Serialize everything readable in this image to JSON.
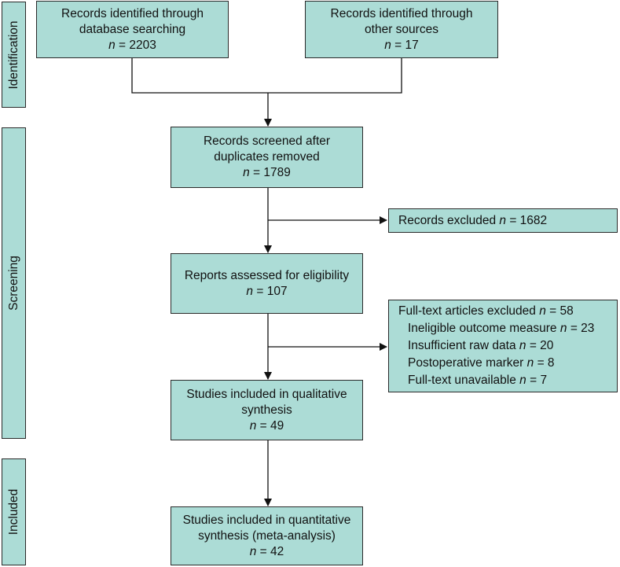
{
  "stages": {
    "identification": "Identification",
    "screening": "Screening",
    "included": "Included"
  },
  "n_symbol": "n",
  "boxes": {
    "db_search": {
      "line1": "Records identified through",
      "line2": "database searching",
      "count": "= 2203"
    },
    "other_sources": {
      "line1": "Records identified through",
      "line2": "other sources",
      "count": "= 17"
    },
    "screened": {
      "line1": "Records screened after",
      "line2": "duplicates removed",
      "count": "= 1789"
    },
    "excluded": {
      "label": "Records excluded",
      "count": "= 1682"
    },
    "eligibility": {
      "line1": "Reports assessed for eligibility",
      "count": "= 107"
    },
    "fulltext_excluded": {
      "label": "Full-text articles excluded",
      "count": "= 58",
      "reasons": [
        {
          "label": "Ineligible outcome measure",
          "count": "= 23"
        },
        {
          "label": "Insufficient raw data",
          "count": "= 20"
        },
        {
          "label": "Postoperative marker",
          "count": "= 8"
        },
        {
          "label": "Full-text unavailable",
          "count": "= 7"
        }
      ]
    },
    "qualitative": {
      "line1": "Studies included in qualitative",
      "line2": "synthesis",
      "count": "= 49"
    },
    "quantitative": {
      "line1": "Studies included in quantitative",
      "line2": "synthesis (meta-analysis)",
      "count": "= 42"
    }
  },
  "colors": {
    "box_fill": "#acdcd6",
    "stroke": "#2a2a2a"
  }
}
